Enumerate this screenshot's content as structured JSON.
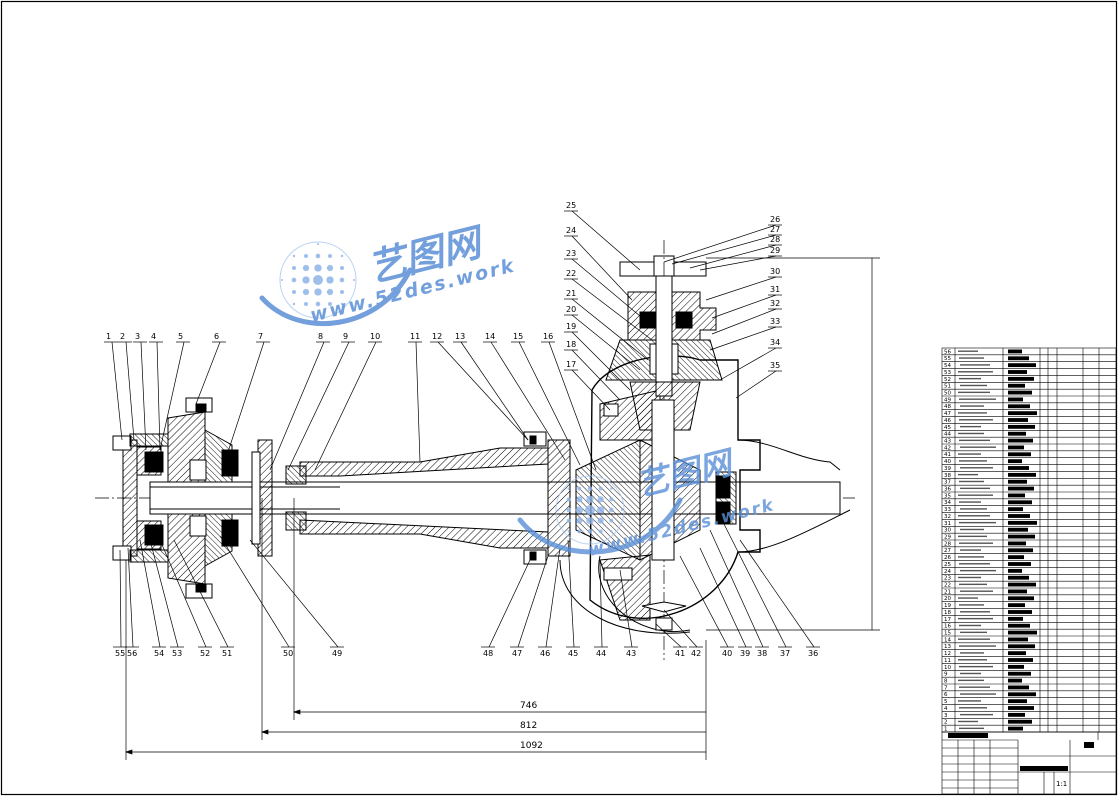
{
  "watermark": {
    "brand": "艺图网",
    "url": "www.52des.work",
    "colors": {
      "blue": "#5b8fd6",
      "light": "#a9c7ef"
    }
  },
  "drawing": {
    "part_numbers_top": [
      "1",
      "2",
      "3",
      "4",
      "5",
      "6",
      "7",
      "8",
      "9",
      "10",
      "11",
      "12",
      "13",
      "14",
      "15",
      "16",
      "17",
      "18",
      "19",
      "20",
      "21",
      "22",
      "23",
      "24",
      "25",
      "26",
      "27",
      "28",
      "29",
      "30",
      "31",
      "32",
      "33",
      "34",
      "35"
    ],
    "part_numbers_bottom": [
      "55",
      "56",
      "54",
      "53",
      "52",
      "51",
      "50",
      "49",
      "48",
      "47",
      "46",
      "45",
      "44",
      "43",
      "41",
      "42",
      "40",
      "39",
      "38",
      "37",
      "36"
    ],
    "dimensions": [
      "746",
      "812",
      "1092"
    ],
    "colors": {
      "line": "#000000",
      "hatch": "#000000"
    }
  },
  "title_block": {
    "scale": "1:1"
  },
  "parts_list": {
    "rows": [
      "56",
      "55",
      "54",
      "53",
      "52",
      "51",
      "50",
      "49",
      "48",
      "47",
      "46",
      "45",
      "44",
      "43",
      "42",
      "41",
      "40",
      "39",
      "38",
      "37",
      "36",
      "35",
      "34",
      "33",
      "32",
      "31",
      "30",
      "29",
      "28",
      "27",
      "26",
      "25",
      "24",
      "23",
      "22",
      "21",
      "20",
      "19",
      "18",
      "17",
      "16",
      "15",
      "14",
      "13",
      "12",
      "11",
      "10",
      "9",
      "8",
      "7",
      "6",
      "5",
      "4",
      "3",
      "2",
      "1"
    ]
  }
}
